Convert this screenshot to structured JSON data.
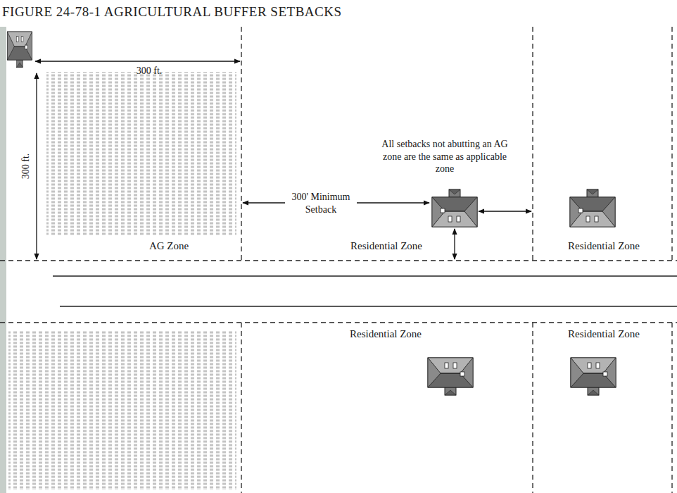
{
  "diagram": {
    "title": "FIGURE 24-78-1 AGRICULTURAL BUFFER SETBACKS",
    "nodes": [
      {
        "text": [
          "AG Zone"
        ]
      },
      {
        "text": [
          "Residential Zone"
        ]
      },
      {
        "text": [
          "Residential Zone"
        ]
      },
      {
        "text": [
          "Residential Zone"
        ]
      },
      {
        "text": [
          "Residential Zone"
        ]
      }
    ],
    "labels": [
      "300 ft.",
      "300 ft.",
      "All setbacks not abutting an AG zone are the same as applicable zone",
      "300' Minimum Setback"
    ]
  }
}
